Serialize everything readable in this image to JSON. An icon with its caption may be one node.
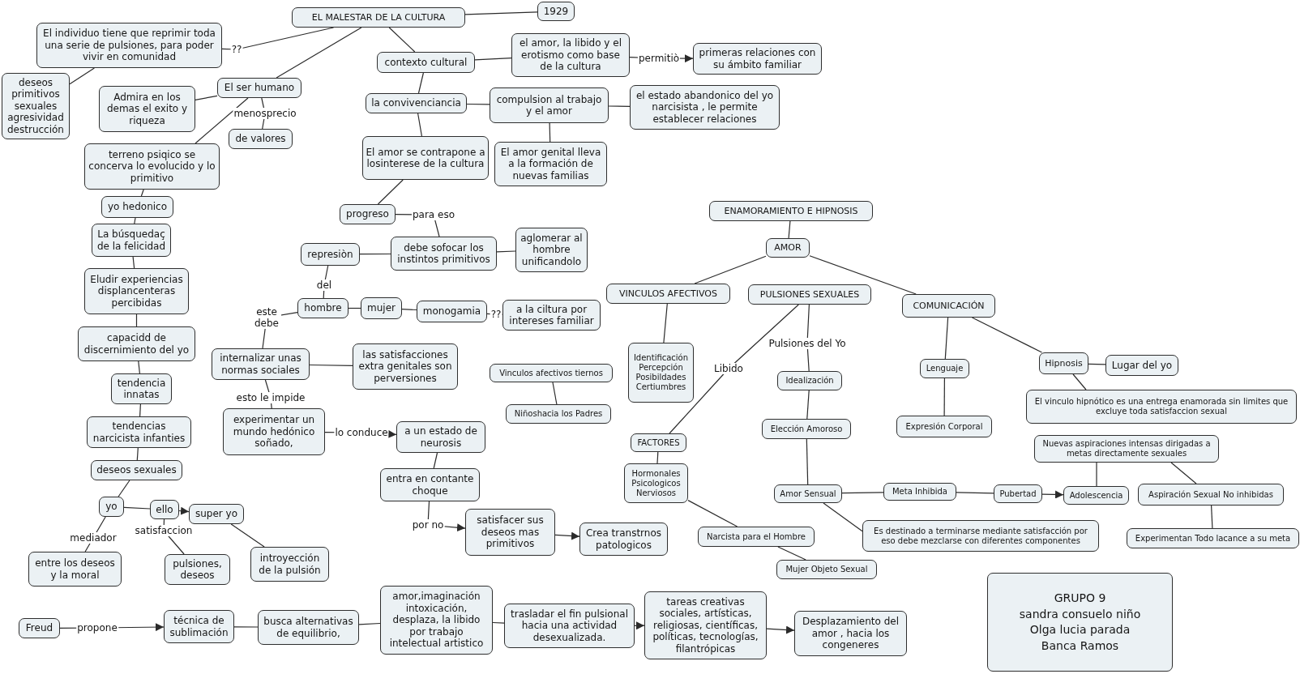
{
  "diagram": {
    "nodes": [
      {
        "text": [
          "EL MALESTAR DE LA CULTURA"
        ]
      },
      {
        "text": [
          "1929"
        ]
      },
      {
        "text": [
          "El individuo tiene que reprimir toda una serie de pulsiones, para poder vivir en comunidad"
        ]
      },
      {
        "text": [
          "contexto cultural"
        ]
      },
      {
        "text": [
          "el amor, la libido y el erotismo como base de la cultura"
        ]
      },
      {
        "text": [
          "primeras relaciones con su ámbito familiar"
        ]
      },
      {
        "text": [
          "deseos primitivos sexuales agresividad destrucción"
        ]
      },
      {
        "text": [
          "El ser humano"
        ]
      },
      {
        "text": [
          "Admira en los demas el exito y riqueza"
        ]
      },
      {
        "text": [
          "la convivenciancia"
        ]
      },
      {
        "text": [
          "compulsion al trabajo y el amor"
        ]
      },
      {
        "text": [
          "el estado abandonico del yo narcisista , le permite establecer relaciones"
        ]
      },
      {
        "text": [
          "de valores"
        ]
      },
      {
        "text": [
          "El amor se contrapone a losinterese de la cultura"
        ]
      },
      {
        "text": [
          "El amor genital lleva a la formación de nuevas familias"
        ]
      },
      {
        "text": [
          "terreno psiqico se concerva lo evolucido y lo primitivo"
        ]
      },
      {
        "text": [
          "yo hedonico"
        ]
      },
      {
        "text": [
          "progreso"
        ]
      },
      {
        "text": [
          "ENAMORAMIENTO E HIPNOSIS"
        ]
      },
      {
        "text": [
          "La búsquedaç de la felicidad"
        ]
      },
      {
        "text": [
          "aglomerar al hombre unificandolo"
        ]
      },
      {
        "text": [
          "debe sofocar los instintos primitivos"
        ]
      },
      {
        "text": [
          "AMOR"
        ]
      },
      {
        "text": [
          "represiòn"
        ]
      },
      {
        "text": [
          "Eludir experiencias displancenteras percibidas"
        ]
      },
      {
        "text": [
          "VINCULOS AFECTIVOS"
        ]
      },
      {
        "text": [
          "PULSIONES SEXUALES"
        ]
      },
      {
        "text": [
          "COMUNICACIÓN"
        ]
      },
      {
        "text": [
          "hombre"
        ]
      },
      {
        "text": [
          "mujer"
        ]
      },
      {
        "text": [
          "monogamia"
        ]
      },
      {
        "text": [
          "a la ciltura por intereses familiar"
        ]
      },
      {
        "text": [
          "capacidd de discernimiento del yo"
        ]
      },
      {
        "text": [
          "Identificación Percepción Posibildades Certiumbres"
        ]
      },
      {
        "text": [
          "las satisfacciones extra genitales son perversiones"
        ]
      },
      {
        "text": [
          "internalizar unas normas sociales"
        ]
      },
      {
        "text": [
          "Hipnosis"
        ]
      },
      {
        "text": [
          "Lugar del yo"
        ]
      },
      {
        "text": [
          "Lenguaje"
        ]
      },
      {
        "text": [
          "Vinculos afectivos tiernos"
        ]
      },
      {
        "text": [
          "Idealización"
        ]
      },
      {
        "text": [
          "tendencia innatas"
        ]
      },
      {
        "text": [
          "El vinculo hipnótico es una entrega enamorada sin limites que excluye toda satisfaccion sexual"
        ]
      },
      {
        "text": [
          "Niñoshacia los Padres"
        ]
      },
      {
        "text": [
          "experimentar un mundo hedónico soñado,"
        ]
      },
      {
        "text": [
          "Expresión Corporal"
        ]
      },
      {
        "text": [
          "tendencias narcicista infanties"
        ]
      },
      {
        "text": [
          "Elección Amoroso"
        ]
      },
      {
        "text": [
          "a un estado de neurosis"
        ]
      },
      {
        "text": [
          "FACTORES"
        ]
      },
      {
        "text": [
          "Nuevas aspiraciones intensas dirigadas a metas directamente sexuales"
        ]
      },
      {
        "text": [
          "deseos sexuales"
        ]
      },
      {
        "text": [
          "Hormonales Psicologicos Nerviosos"
        ]
      },
      {
        "text": [
          "entra en contante choque"
        ]
      },
      {
        "text": [
          "Meta Inhibida"
        ]
      },
      {
        "text": [
          "Aspiración Sexual No inhibidas"
        ]
      },
      {
        "text": [
          "Amor Sensual"
        ]
      },
      {
        "text": [
          "Pubertad"
        ]
      },
      {
        "text": [
          "Adolescencia"
        ]
      },
      {
        "text": [
          "yo"
        ]
      },
      {
        "text": [
          "ello"
        ]
      },
      {
        "text": [
          "super yo"
        ]
      },
      {
        "text": [
          "satisfacer sus deseos mas primitivos"
        ]
      },
      {
        "text": [
          "Es destinado a terminarse mediante satisfacción por eso debe mezclarse con diferentes componentes"
        ]
      },
      {
        "text": [
          "Crea transtrnos patologicos"
        ]
      },
      {
        "text": [
          "Narcista para el Hombre"
        ]
      },
      {
        "text": [
          "Experimentan Todo lacance a su meta"
        ]
      },
      {
        "text": [
          "introyección de la pulsión"
        ]
      },
      {
        "text": [
          "entre los deseos y la moral"
        ]
      },
      {
        "text": [
          "pulsiones, deseos"
        ]
      },
      {
        "text": [
          "Mujer Objeto Sexual"
        ]
      },
      {
        "text": [
          "GRUPO 9",
          "sandra consuelo niño",
          "Olga lucia parada",
          "Banca Ramos"
        ]
      },
      {
        "text": [
          "amor,imaginación intoxicación, desplaza, la libido por trabajo intelectual artistico"
        ]
      },
      {
        "text": [
          "tareas creativas sociales, artísticas, religiosas, científicas, políticas, tecnologías, filantrópicas"
        ]
      },
      {
        "text": [
          "técnica de sublimación"
        ]
      },
      {
        "text": [
          "busca alternativas de equilibrio,"
        ]
      },
      {
        "text": [
          "trasladar el fin pulsional hacia una actividad desexualizada."
        ]
      },
      {
        "text": [
          "Desplazamiento del amor , hacia los congeneres"
        ]
      },
      {
        "text": [
          "Freud"
        ]
      }
    ],
    "edges": [
      {
        "from": 0,
        "to": 1,
        "arrow": "none"
      },
      {
        "from": 0,
        "to": 2,
        "arrow": "none",
        "label": "??"
      },
      {
        "from": 0,
        "to": 7,
        "arrow": "none"
      },
      {
        "from": 0,
        "to": 3,
        "arrow": "none"
      },
      {
        "from": 2,
        "to": 6,
        "arrow": "none"
      },
      {
        "from": 7,
        "to": 8,
        "arrow": "none"
      },
      {
        "from": 7,
        "to": 12,
        "arrow": "none",
        "label": "menosprecio"
      },
      {
        "from": 7,
        "to": 15,
        "arrow": "none"
      },
      {
        "from": 15,
        "to": 16,
        "arrow": "none"
      },
      {
        "from": 16,
        "to": 19,
        "arrow": "none"
      },
      {
        "from": 19,
        "to": 24,
        "arrow": "none"
      },
      {
        "from": 24,
        "to": 32,
        "arrow": "none"
      },
      {
        "from": 32,
        "to": 41,
        "arrow": "none"
      },
      {
        "from": 41,
        "to": 46,
        "arrow": "none"
      },
      {
        "from": 46,
        "to": 51,
        "arrow": "none"
      },
      {
        "from": 51,
        "to": 59,
        "arrow": "none"
      },
      {
        "from": 59,
        "to": 60,
        "arrow": "none"
      },
      {
        "from": 60,
        "to": 61,
        "arrow": "to"
      },
      {
        "from": 59,
        "to": 68,
        "arrow": "none",
        "label": "mediador"
      },
      {
        "from": 60,
        "to": 69,
        "arrow": "none",
        "label": "satisfaccion"
      },
      {
        "from": 61,
        "to": 67,
        "arrow": "none"
      },
      {
        "from": 3,
        "to": 4,
        "arrow": "none"
      },
      {
        "from": 4,
        "to": 5,
        "arrow": "to",
        "label": "permitiò"
      },
      {
        "from": 3,
        "to": 9,
        "arrow": "none"
      },
      {
        "from": 9,
        "to": 10,
        "arrow": "none"
      },
      {
        "from": 10,
        "to": 11,
        "arrow": "none"
      },
      {
        "from": 10,
        "to": 14,
        "arrow": "none"
      },
      {
        "from": 9,
        "to": 13,
        "arrow": "none"
      },
      {
        "from": 13,
        "to": 17,
        "arrow": "none"
      },
      {
        "from": 17,
        "to": 21,
        "arrow": "none",
        "label": "para eso"
      },
      {
        "from": 21,
        "to": 20,
        "arrow": "none"
      },
      {
        "from": 21,
        "to": 23,
        "arrow": "none"
      },
      {
        "from": 23,
        "to": 28,
        "arrow": "none",
        "label": "del"
      },
      {
        "from": 28,
        "to": 29,
        "arrow": "none"
      },
      {
        "from": 29,
        "to": 30,
        "arrow": "none"
      },
      {
        "from": 30,
        "to": 31,
        "arrow": "none",
        "label": "??"
      },
      {
        "from": 28,
        "to": 35,
        "arrow": "none",
        "label": "este debe"
      },
      {
        "from": 35,
        "to": 34,
        "arrow": "none"
      },
      {
        "from": 35,
        "to": 44,
        "arrow": "none",
        "label": "esto le impide"
      },
      {
        "from": 44,
        "to": 48,
        "arrow": "to",
        "label": "lo conduce"
      },
      {
        "from": 48,
        "to": 53,
        "arrow": "none"
      },
      {
        "from": 53,
        "to": 62,
        "arrow": "to",
        "label": "por no"
      },
      {
        "from": 62,
        "to": 64,
        "arrow": "to"
      },
      {
        "from": 78,
        "to": 74,
        "arrow": "to",
        "label": "propone"
      },
      {
        "from": 74,
        "to": 75,
        "arrow": "none"
      },
      {
        "from": 75,
        "to": 72,
        "arrow": "none"
      },
      {
        "from": 72,
        "to": 76,
        "arrow": "none"
      },
      {
        "from": 76,
        "to": 73,
        "arrow": "to"
      },
      {
        "from": 73,
        "to": 77,
        "arrow": "to"
      },
      {
        "from": 18,
        "to": 22,
        "arrow": "none"
      },
      {
        "from": 22,
        "to": 25,
        "arrow": "none"
      },
      {
        "from": 22,
        "to": 27,
        "arrow": "none"
      },
      {
        "from": 25,
        "to": 33,
        "arrow": "none"
      },
      {
        "from": 39,
        "to": 43,
        "arrow": "none"
      },
      {
        "from": 26,
        "to": 49,
        "arrow": "none",
        "label": "Libido"
      },
      {
        "from": 26,
        "to": 40,
        "arrow": "none",
        "label": "Pulsiones del Yo"
      },
      {
        "from": 40,
        "to": 47,
        "arrow": "none"
      },
      {
        "from": 47,
        "to": 56,
        "arrow": "none"
      },
      {
        "from": 49,
        "to": 52,
        "arrow": "none"
      },
      {
        "from": 52,
        "to": 65,
        "arrow": "none"
      },
      {
        "from": 65,
        "to": 70,
        "arrow": "none"
      },
      {
        "from": 56,
        "to": 54,
        "arrow": "none"
      },
      {
        "from": 54,
        "to": 57,
        "arrow": "none"
      },
      {
        "from": 57,
        "to": 58,
        "arrow": "to"
      },
      {
        "from": 50,
        "to": 58,
        "arrow": "none"
      },
      {
        "from": 50,
        "to": 55,
        "arrow": "none"
      },
      {
        "from": 55,
        "to": 66,
        "arrow": "none"
      },
      {
        "from": 56,
        "to": 63,
        "arrow": "none"
      },
      {
        "from": 27,
        "to": 38,
        "arrow": "none"
      },
      {
        "from": 38,
        "to": 45,
        "arrow": "none"
      },
      {
        "from": 27,
        "to": 36,
        "arrow": "none"
      },
      {
        "from": 36,
        "to": 37,
        "arrow": "none"
      },
      {
        "from": 36,
        "to": 42,
        "arrow": "none"
      }
    ]
  }
}
